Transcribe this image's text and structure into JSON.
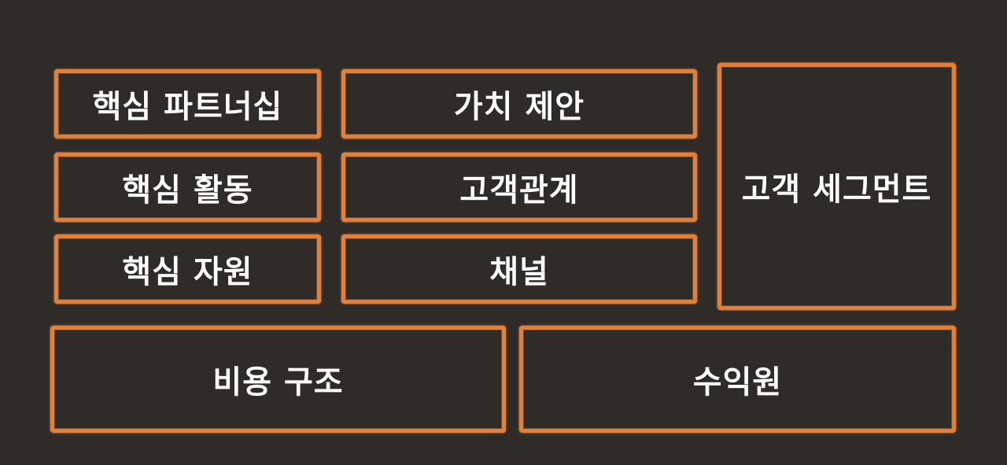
{
  "canvas": {
    "background_color": "#2f2b28",
    "border_color": "#e0813b",
    "text_color": "#ffffff"
  },
  "blocks": {
    "key_partners": "핵심 파트너십",
    "key_activities": "핵심 활동",
    "key_resources": "핵심 자원",
    "value_proposition": "가치 제안",
    "customer_relationships": "고객관계",
    "channels": "채널",
    "customer_segments": "고객 세그먼트",
    "cost_structure": "비용 구조",
    "revenue_streams": "수익원"
  }
}
